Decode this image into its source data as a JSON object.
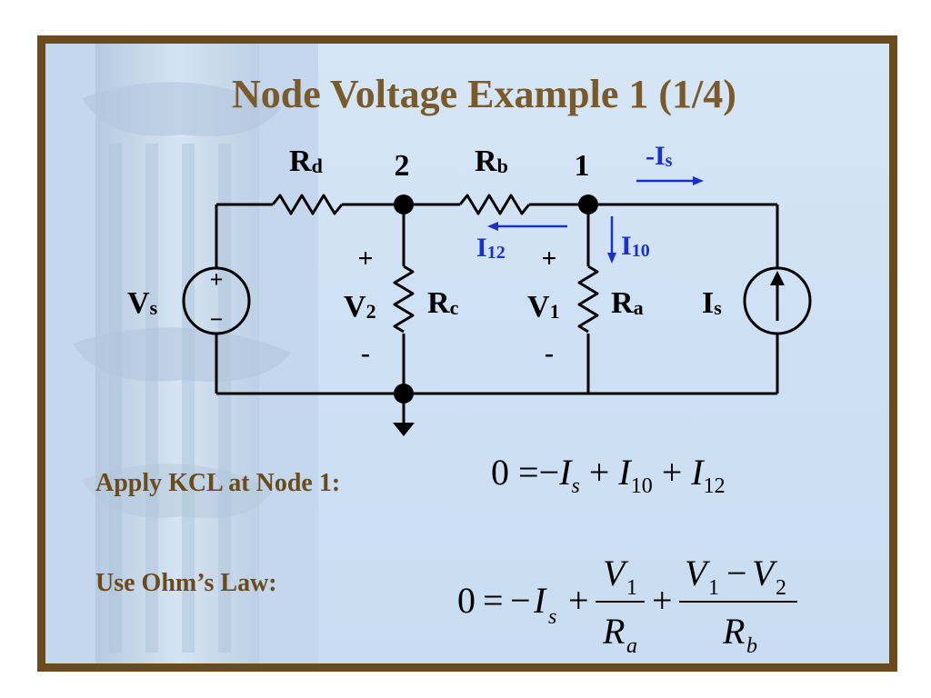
{
  "slide": {
    "title": "Node Voltage Example 1 (1/4)"
  },
  "circuit": {
    "node_labels": {
      "node2": "2",
      "node1": "1"
    },
    "components": {
      "Vs": {
        "main": "V",
        "sub": "s"
      },
      "Rd": {
        "main": "R",
        "sub": "d"
      },
      "Rb": {
        "main": "R",
        "sub": "b"
      },
      "Rc": {
        "main": "R",
        "sub": "c"
      },
      "Ra": {
        "main": "R",
        "sub": "a"
      },
      "Is": {
        "main": "I",
        "sub": "s"
      }
    },
    "voltages": {
      "V2": {
        "main": "V",
        "sub": "2",
        "plus": "+",
        "minus": "-"
      },
      "V1": {
        "main": "V",
        "sub": "1",
        "plus": "+",
        "minus": "-"
      }
    },
    "source_polarity": {
      "plus": "+",
      "minus": "−"
    },
    "currents": {
      "neg_Is": {
        "main": "-I",
        "sub": "s"
      },
      "I12": {
        "main": "I",
        "sub": "12"
      },
      "I10": {
        "main": "I",
        "sub": "10"
      }
    },
    "colors": {
      "wire": "#000000",
      "current": "#1a2fcf",
      "title": "#7a5a2a",
      "label": "#6b4a1c"
    }
  },
  "equations": {
    "kcl_label": "Apply KCL at Node 1:",
    "ohm_label": "Use Ohm’s Law:",
    "eq1": {
      "zero": "0",
      "eq": "=",
      "minus": "−",
      "plus": "+",
      "I": "I",
      "s": "s",
      "10": "10",
      "12": "12"
    },
    "eq2": {
      "zero": "0",
      "eq": "=",
      "minus": "−",
      "plus": "+",
      "I": "I",
      "s": "s",
      "V": "V",
      "R": "R",
      "one": "1",
      "two": "2",
      "a": "a",
      "b": "b"
    }
  }
}
